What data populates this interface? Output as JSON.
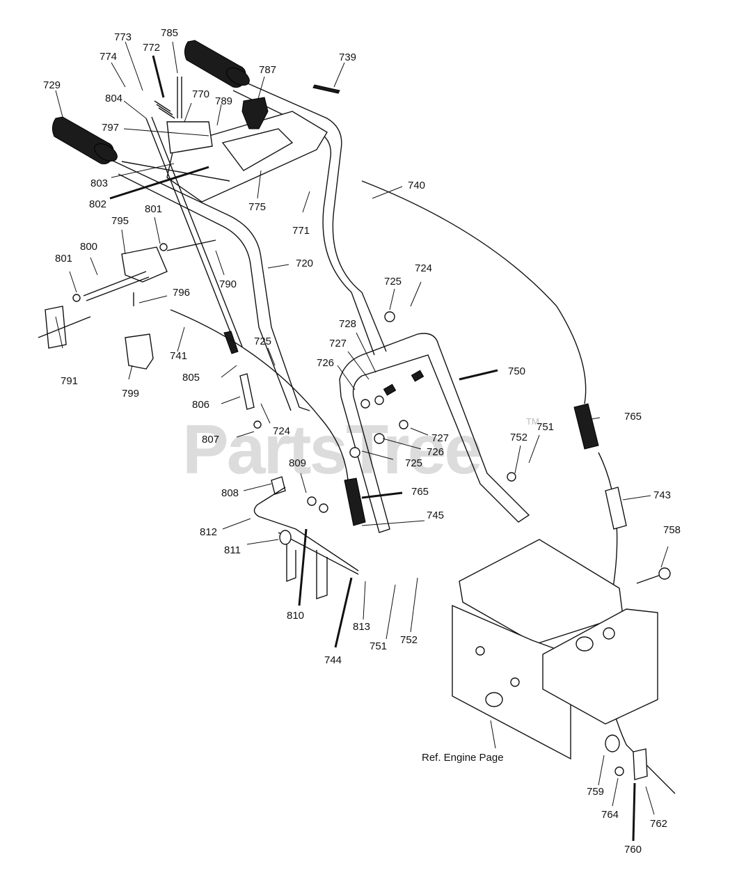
{
  "watermark": {
    "text": "PartsTree",
    "tm": "TM"
  },
  "reference_label": "Ref. Engine Page",
  "part_labels": [
    "773",
    "785",
    "774",
    "772",
    "729",
    "787",
    "739",
    "804",
    "770",
    "789",
    "797",
    "803",
    "802",
    "775",
    "771",
    "740",
    "801",
    "795",
    "800",
    "801",
    "790",
    "720",
    "796",
    "791",
    "799",
    "741",
    "725",
    "724",
    "805",
    "806",
    "724",
    "807",
    "725",
    "728",
    "727",
    "726",
    "750",
    "727",
    "726",
    "725",
    "765",
    "751",
    "752",
    "809",
    "808",
    "765",
    "743",
    "812",
    "745",
    "811",
    "758",
    "810",
    "813",
    "751",
    "752",
    "744",
    "759",
    "764",
    "762",
    "760"
  ]
}
